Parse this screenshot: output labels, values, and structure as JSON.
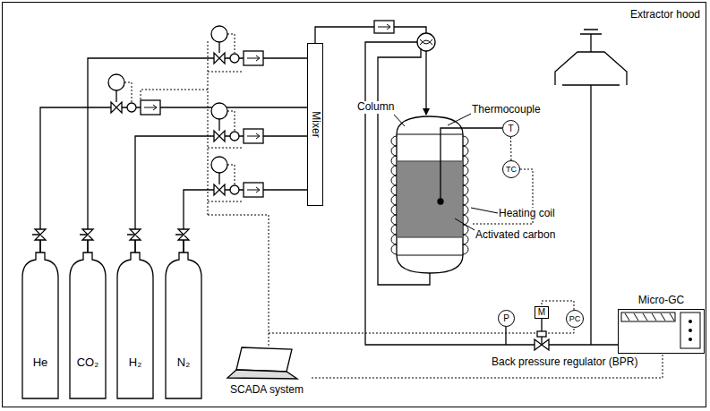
{
  "diagram": {
    "nodes": [
      {
        "text": [
          "He"
        ]
      },
      {
        "text": [
          "CO₂"
        ]
      },
      {
        "text": [
          "H₂"
        ]
      },
      {
        "text": [
          "N₂"
        ]
      },
      {
        "text": [
          "Mixer"
        ]
      },
      {
        "text": [
          "T"
        ]
      },
      {
        "text": [
          "TC"
        ]
      },
      {
        "text": [
          "P"
        ]
      },
      {
        "text": [
          "M"
        ]
      },
      {
        "text": [
          "PC"
        ]
      },
      {
        "text": [
          "Micro-GC"
        ]
      },
      {
        "text": [
          "SCADA system"
        ]
      }
    ],
    "edges": [
      {
        "from": 0,
        "to": 4,
        "arrow": "none"
      },
      {
        "from": 1,
        "to": 4,
        "arrow": "none"
      },
      {
        "from": 2,
        "to": 4,
        "arrow": "none"
      },
      {
        "from": 3,
        "to": 4,
        "arrow": "none"
      },
      {
        "from": 5,
        "to": 6,
        "arrow": "none"
      },
      {
        "from": 11,
        "to": 10,
        "arrow": "none"
      }
    ],
    "labels": [
      "Extractor hood",
      "Column",
      "Thermocouple",
      "Heating coil",
      "Activated carbon",
      "Back pressure regulator (BPR)"
    ]
  }
}
